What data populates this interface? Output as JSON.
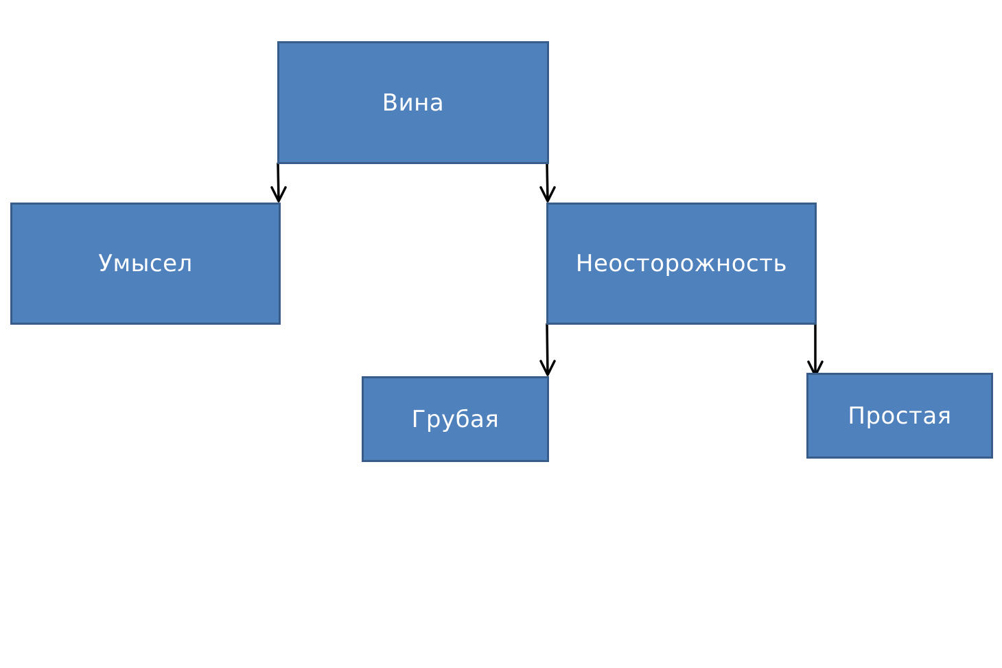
{
  "diagram": {
    "nodes": {
      "vina": "Вина",
      "umysel": "Умысел",
      "neostorozhnost": "Неосторожность",
      "grubaya": "Грубая",
      "prostaya": "Простая"
    },
    "edges": [
      {
        "from": "Вина",
        "to": "Умысел"
      },
      {
        "from": "Вина",
        "to": "Неосторожность"
      },
      {
        "from": "Неосторожность",
        "to": "Грубая"
      },
      {
        "from": "Неосторожность",
        "to": "Простая"
      }
    ],
    "colors": {
      "box_fill": "#4f81bd",
      "box_border": "#385d8a",
      "box_text": "#ffffff",
      "arrow": "#000000"
    }
  }
}
